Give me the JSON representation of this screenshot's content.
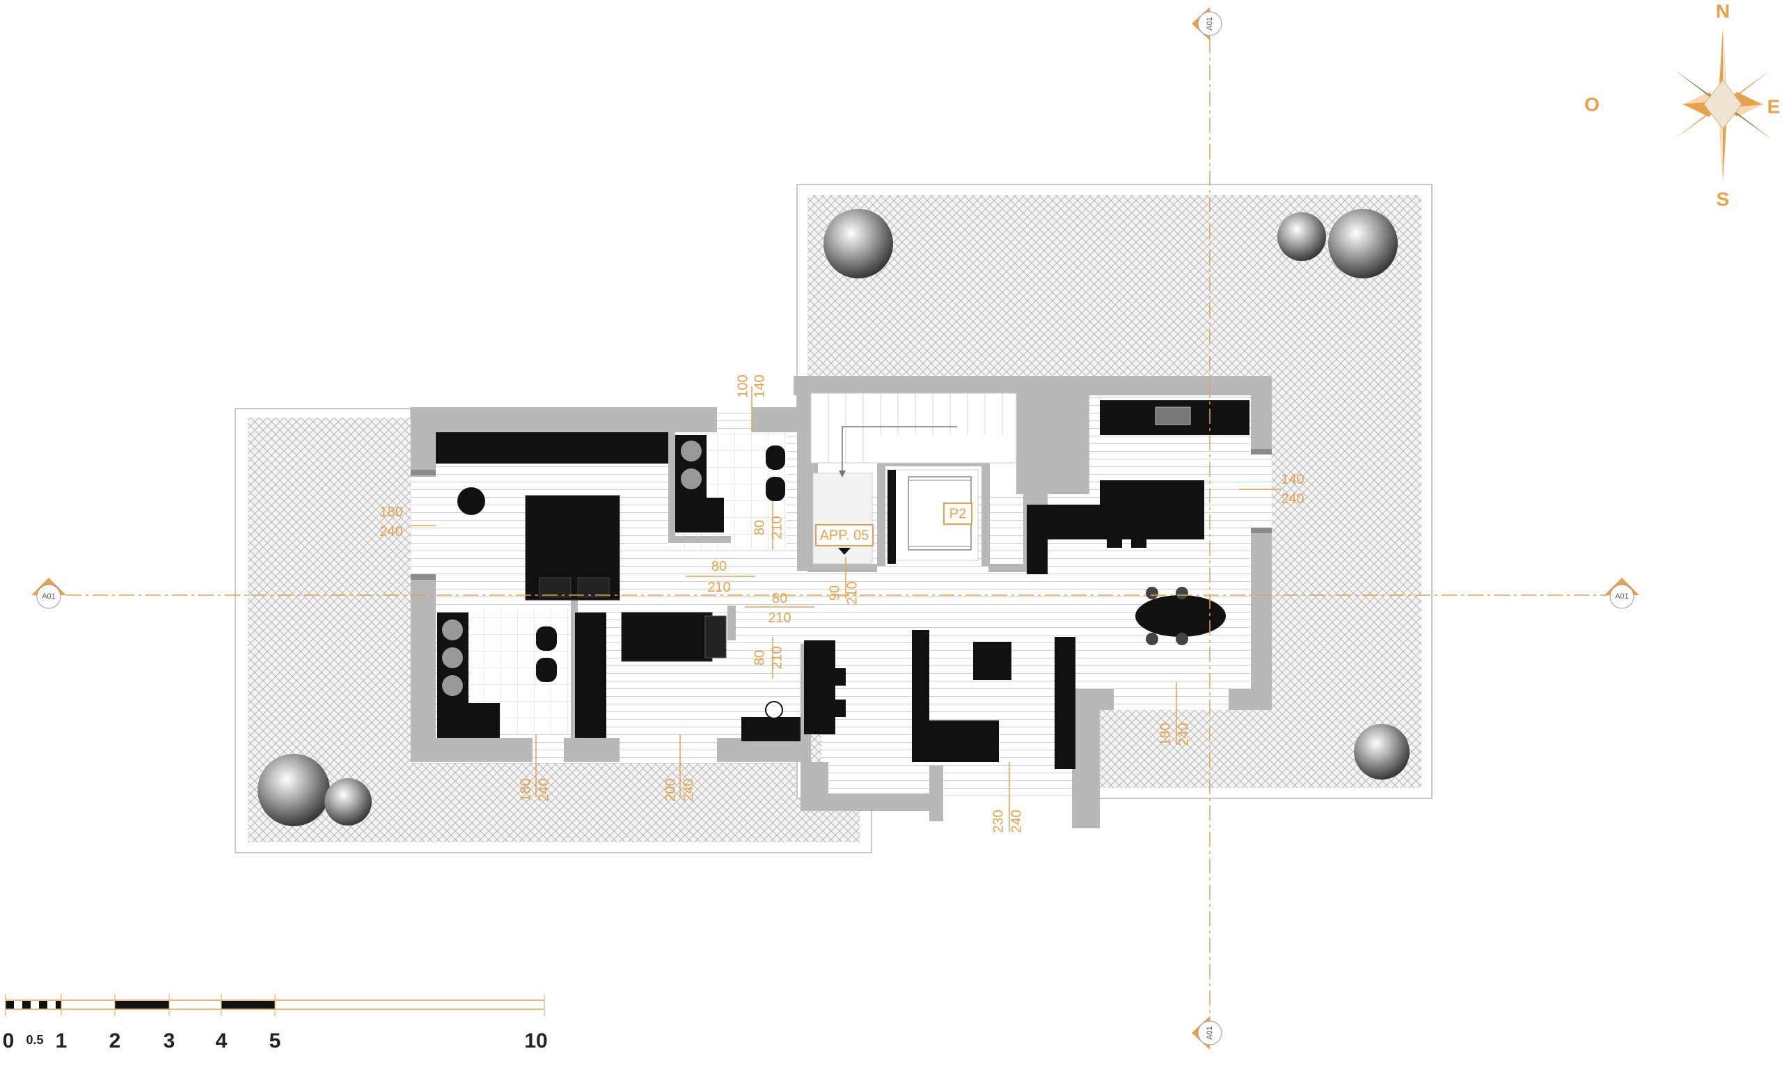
{
  "colors": {
    "accent": "#e8a14a",
    "wall": "#b8b8b8",
    "furniture": "#111111",
    "terrace_hatch": "#bdbdbd",
    "compass_green": "#6b8f3a"
  },
  "labels": {
    "apartment": "APP. 05",
    "elevator": "P2"
  },
  "section_markers": {
    "top": "A01",
    "bottom": "A01",
    "left": "A01",
    "right": "A01"
  },
  "compass": {
    "north": "N",
    "south": "S",
    "east": "E",
    "west": "O"
  },
  "dimensions": {
    "top_window_w": "100",
    "top_window_h": "140",
    "left_window_w": "180",
    "left_window_h": "240",
    "right_window_w": "140",
    "right_window_h": "240",
    "bath_door_w": "80",
    "bath_door_h": "210",
    "bed_door_w": "80",
    "bed_door_h": "210",
    "entry_door_w": "90",
    "entry_door_h": "210",
    "hall_door_w": "80",
    "hall_door_h": "210",
    "bath2_door_w": "80",
    "bath2_door_h": "210",
    "bottom_bath_w": "180",
    "bottom_bath_h": "240",
    "bottom_bed_w": "200",
    "bottom_bed_h": "240",
    "bottom_living_w": "230",
    "bottom_living_h": "240",
    "bottom_kitchen_w": "180",
    "bottom_kitchen_h": "240"
  },
  "scale_bar": [
    "0",
    "0.5",
    "1",
    "2",
    "3",
    "4",
    "5",
    "10"
  ]
}
